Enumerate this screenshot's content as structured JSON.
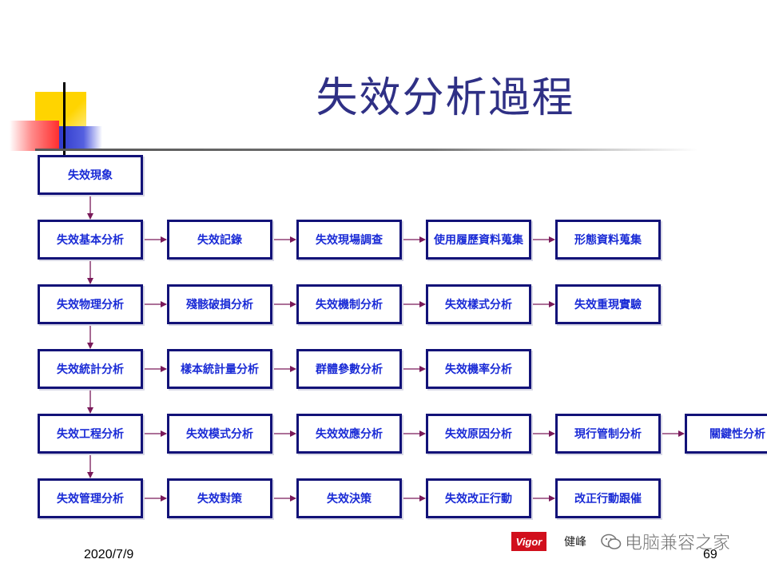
{
  "title": "失效分析過程",
  "rows": [
    [
      "失效現象"
    ],
    [
      "失效基本分析",
      "失效記錄",
      "失效現場調查",
      "使用履歷資料蒐集",
      "形態資料蒐集"
    ],
    [
      "失效物理分析",
      "殘骸破損分析",
      "失效機制分析",
      "失效樣式分析",
      "失效重現實驗"
    ],
    [
      "失效統計分析",
      "樣本統計量分析",
      "群體參數分析",
      "失效機率分析"
    ],
    [
      "失效工程分析",
      "失效模式分析",
      "失效效應分析",
      "失效原因分析",
      "現行管制分析",
      "關鍵性分析"
    ],
    [
      "失效管理分析",
      "失效對策",
      "失效決策",
      "失效改正行動",
      "改正行動跟催"
    ]
  ],
  "footer": {
    "date": "2020/7/9",
    "page_number": "69",
    "logo_text": "Vigor",
    "company": "健峰",
    "watermark": "电脑兼容之家"
  },
  "colors": {
    "title": "#2f3085",
    "box_border": "#121278",
    "box_text": "#1a2bd6",
    "arrow": "#7a1a5a"
  },
  "icons": [
    "wechat-icon"
  ]
}
